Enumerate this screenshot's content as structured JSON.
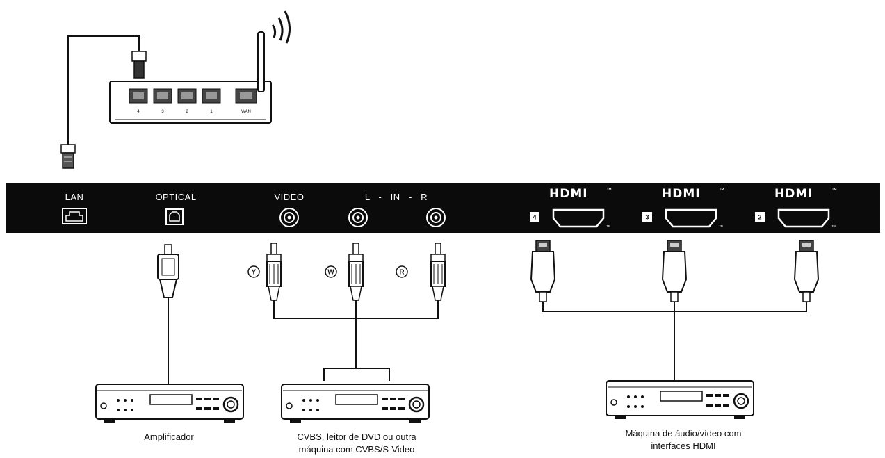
{
  "panel": {
    "lan_label": "LAN",
    "optical_label": "OPTICAL",
    "video_label": "VIDEO",
    "audio_in_label": "L   -   IN   -   R",
    "hdmi_logo": "HDMI",
    "hdmi_tm": "™",
    "hdmi_ports": [
      "4",
      "3",
      "2"
    ]
  },
  "router": {
    "port_labels": [
      "4",
      "3",
      "2",
      "1",
      "WAN"
    ]
  },
  "rca_plugs": {
    "video_letter": "Y",
    "left_letter": "W",
    "right_letter": "R"
  },
  "devices": {
    "amplifier_caption": "Amplificador",
    "dvd_caption_line1": "CVBS, leitor de DVD ou outra",
    "dvd_caption_line2": "máquina com CVBS/S-Video",
    "hdmi_caption_line1": "Máquina de áudio/vídeo com",
    "hdmi_caption_line2": "interfaces HDMI"
  }
}
